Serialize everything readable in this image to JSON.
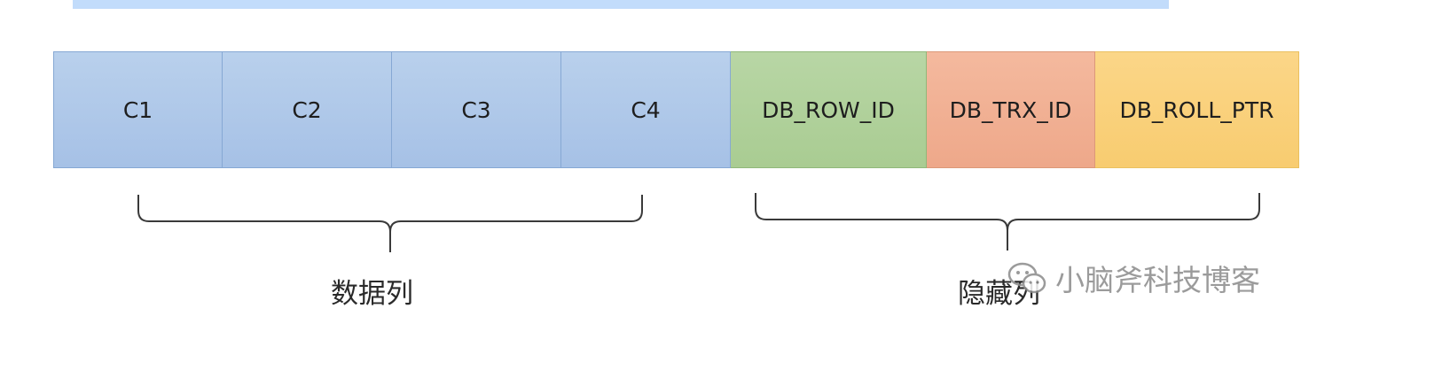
{
  "columns": {
    "data": [
      "C1",
      "C2",
      "C3",
      "C4"
    ],
    "hidden": [
      "DB_ROW_ID",
      "DB_TRX_ID",
      "DB_ROLL_PTR"
    ]
  },
  "groups": {
    "data_label": "数据列",
    "hidden_label": "隐藏列"
  },
  "watermark": {
    "text": "小脑斧科技博客",
    "icon": "wechat-icon"
  },
  "colors": {
    "data_cell": "#a9c4e8",
    "row_id_cell": "#acce96",
    "trx_id_cell": "#f0ad8e",
    "roll_ptr_cell": "#f9d07a",
    "top_bar": "#c2dcfb"
  }
}
